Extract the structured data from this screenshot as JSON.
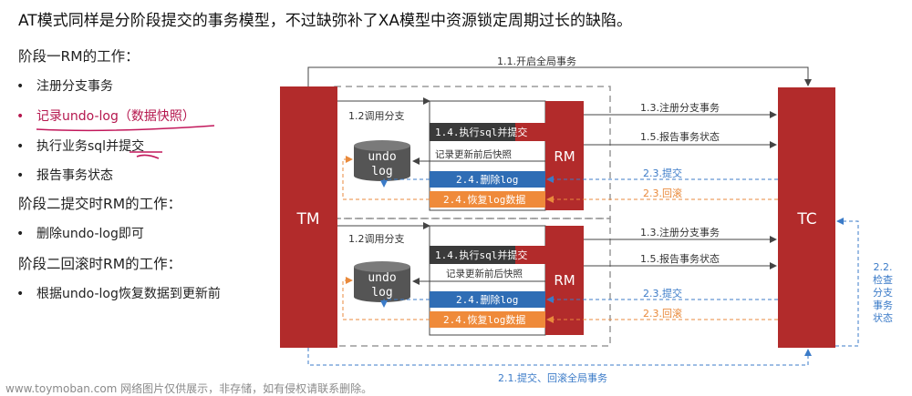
{
  "headline": "AT模式同样是分阶段提交的事务模型，不过缺弥补了XA模型中资源锁定周期过长的缺陷。",
  "phase1_title": "阶段一RM的工作：",
  "phase1_items": [
    "注册分支事务",
    "记录undo-log（数据快照）",
    "执行业务sql并提交",
    "报告事务状态"
  ],
  "phase2_commit_title": "阶段二提交时RM的工作：",
  "phase2_commit_items": [
    "删除undo-log即可"
  ],
  "phase2_rollback_title": "阶段二回滚时RM的工作：",
  "phase2_rollback_items": [
    "根据undo-log恢复数据到更新前"
  ],
  "diagram": {
    "tm": "TM",
    "tc": "TC",
    "rm": "RM",
    "undo_line1": "undo",
    "undo_line2": "log",
    "begin_global": "1.1.开启全局事务",
    "call_branch": "1.2调用分支",
    "register_branch": "1.3.注册分支事务",
    "exec_sql": "1.4.执行sql并提交",
    "record_snapshot": "记录更新前后快照",
    "report_status": "1.5.报告事务状态",
    "commit": "2.3.提交",
    "rollback": "2.3.回滚",
    "delete_log": "2.4.删除log",
    "restore_log": "2.4.恢复log数据",
    "check_status": [
      "2.2.",
      "检查",
      "分支",
      "事务",
      "状态"
    ],
    "global_commit_rollback": "2.1.提交、回滚全局事务"
  },
  "colors": {
    "dark_red": "#b22b2b",
    "box_dark": "#3a3a3a",
    "blue": "#2f6db5",
    "orange": "#ef8a3a",
    "dash_blue": "#3b7bc8",
    "dash_orange": "#e98a3c",
    "accent_pink": "#b5174e"
  },
  "watermark": "www.toymoban.com 网络图片仅供展示，非存储，如有侵权请联系删除。"
}
